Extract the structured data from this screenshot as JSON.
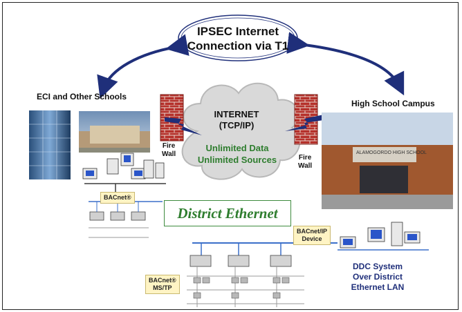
{
  "ipsec": {
    "line1": "IPSEC  Internet",
    "line2": "Connection via T1"
  },
  "left_site": {
    "title": "ECI and Other Schools"
  },
  "right_site": {
    "title": "High School Campus",
    "sign": "ALAMOGORDO HIGH SCHOOL"
  },
  "internet": {
    "title": "INTERNET",
    "protocol": "(TCP/IP)",
    "line1": "Unlimited Data",
    "line2": "Unlimited Sources"
  },
  "firewall": {
    "line1": "Fire",
    "line2": "Wall"
  },
  "tags": {
    "bacnet": "BACnet®",
    "bacnet_ip_1": "BACnet/IP",
    "bacnet_ip_2": "Device",
    "mstp_1": "BACnet®",
    "mstp_2": "MS/TP"
  },
  "district": {
    "title": "District Ethernet"
  },
  "ddc": {
    "line1": "DDC System",
    "line2": "Over District",
    "line3": "Ethernet LAN"
  },
  "colors": {
    "arrow": "#1f2f7a",
    "green": "#2e7d2e",
    "brick": "#b5302a",
    "cloud": "#d9d9d9",
    "tag": "#fff4c4"
  }
}
